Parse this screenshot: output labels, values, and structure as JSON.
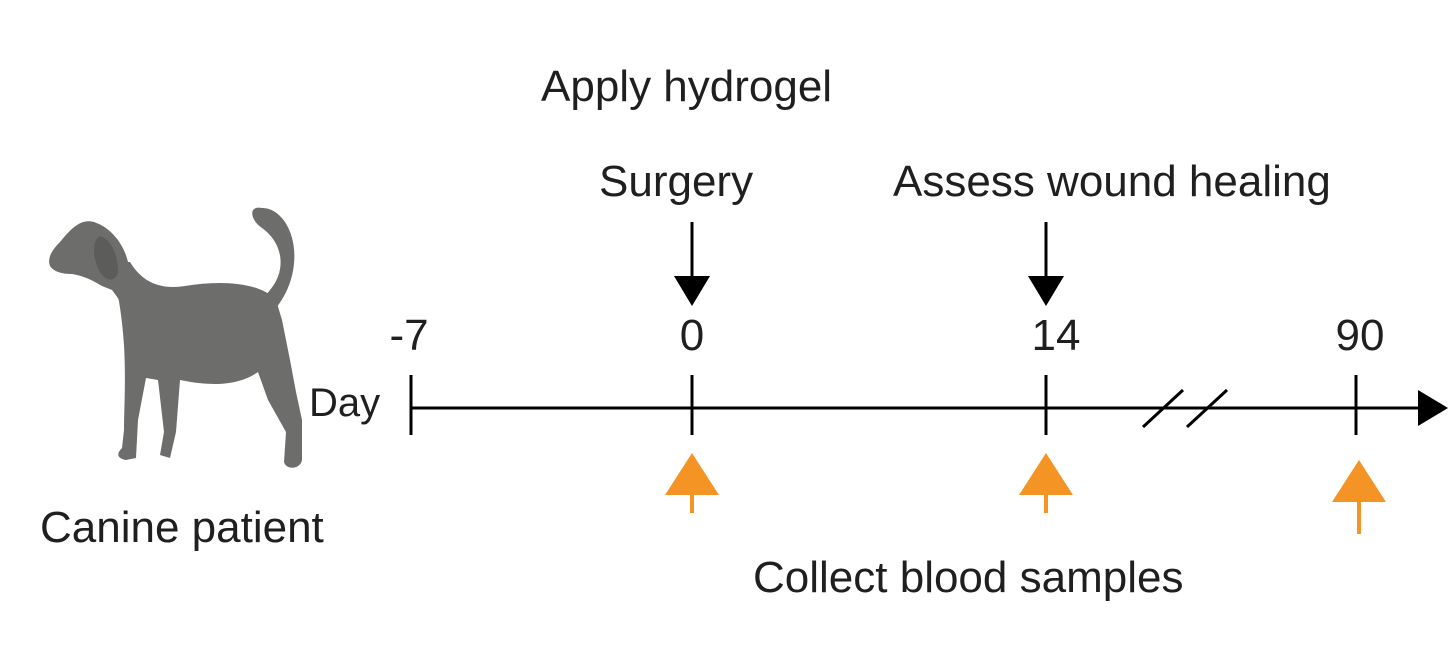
{
  "subject": {
    "label": "Canine patient",
    "icon": "dog-icon"
  },
  "timeline": {
    "axis_label": "Day",
    "ticks": [
      "-7",
      "0",
      "14",
      "90"
    ],
    "break_marker": "axis-break"
  },
  "events": {
    "top_label_1": "Apply hydrogel",
    "top_label_2": "Surgery",
    "top_label_3": "Assess wound healing",
    "bottom_label": "Collect blood samples"
  },
  "colors": {
    "line": "#000000",
    "marker_orange": "#F39425",
    "dog_body": "#6d6d6b"
  }
}
